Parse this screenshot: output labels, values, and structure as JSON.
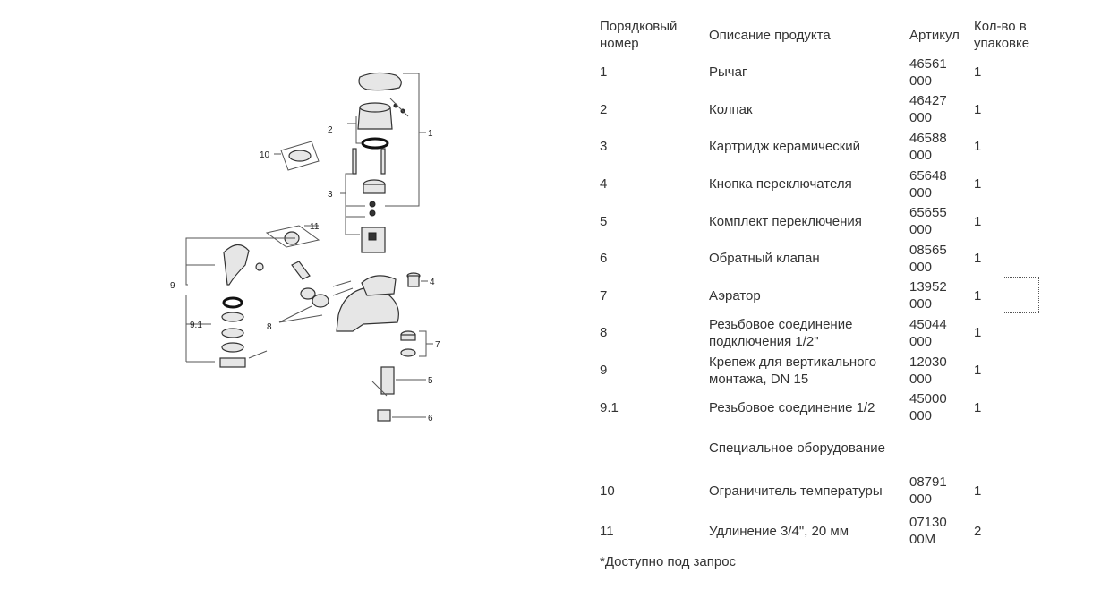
{
  "table": {
    "headers": {
      "num": "Порядковый номер",
      "desc": "Описание продукта",
      "article": "Артикул",
      "qty": "Кол-во в упаковке"
    },
    "rows": [
      {
        "num": "1",
        "desc": "Рычаг",
        "article": [
          "46561",
          "000"
        ],
        "qty": "1"
      },
      {
        "num": "2",
        "desc": "Колпак",
        "article": [
          "46427",
          "000"
        ],
        "qty": "1"
      },
      {
        "num": "3",
        "desc": "Картридж керамический",
        "article": [
          "46588",
          "000"
        ],
        "qty": "1"
      },
      {
        "num": "4",
        "desc": "Кнопка переключателя",
        "article": [
          "65648",
          "000"
        ],
        "qty": "1"
      },
      {
        "num": "5",
        "desc": "Комплект переключения",
        "article": [
          "65655",
          "000"
        ],
        "qty": "1"
      },
      {
        "num": "6",
        "desc": "Обратный клапан",
        "article": [
          "08565",
          "000"
        ],
        "qty": "1"
      },
      {
        "num": "7",
        "desc": "Аэратор",
        "article": [
          "13952",
          "000"
        ],
        "qty": "1"
      },
      {
        "num": "8",
        "desc": "Резьбовое соединение подключения 1/2\"",
        "article": [
          "45044",
          "000"
        ],
        "qty": "1"
      },
      {
        "num": "9",
        "desc": "Крепеж для вертикального монтажа, DN 15",
        "article": [
          "12030",
          "000"
        ],
        "qty": "1"
      },
      {
        "num": "9.1",
        "desc": "Резьбовое соединение 1/2",
        "article": [
          "45000",
          "000"
        ],
        "qty": "1"
      }
    ],
    "special_heading": "Специальное оборудование",
    "special_rows": [
      {
        "num": "10",
        "desc": "Ограничитель температуры",
        "article": [
          "08791",
          "000"
        ],
        "qty": "1"
      },
      {
        "num": "11",
        "desc": "Удлинение 3/4\", 20 мм",
        "article": [
          "07130",
          "00M"
        ],
        "qty": "2"
      }
    ]
  },
  "footnote": "*Доступно под запрос",
  "diagram": {
    "callouts": [
      "1",
      "2",
      "3",
      "4",
      "5",
      "6",
      "7",
      "8",
      "9",
      "9.1",
      "10",
      "11"
    ]
  }
}
